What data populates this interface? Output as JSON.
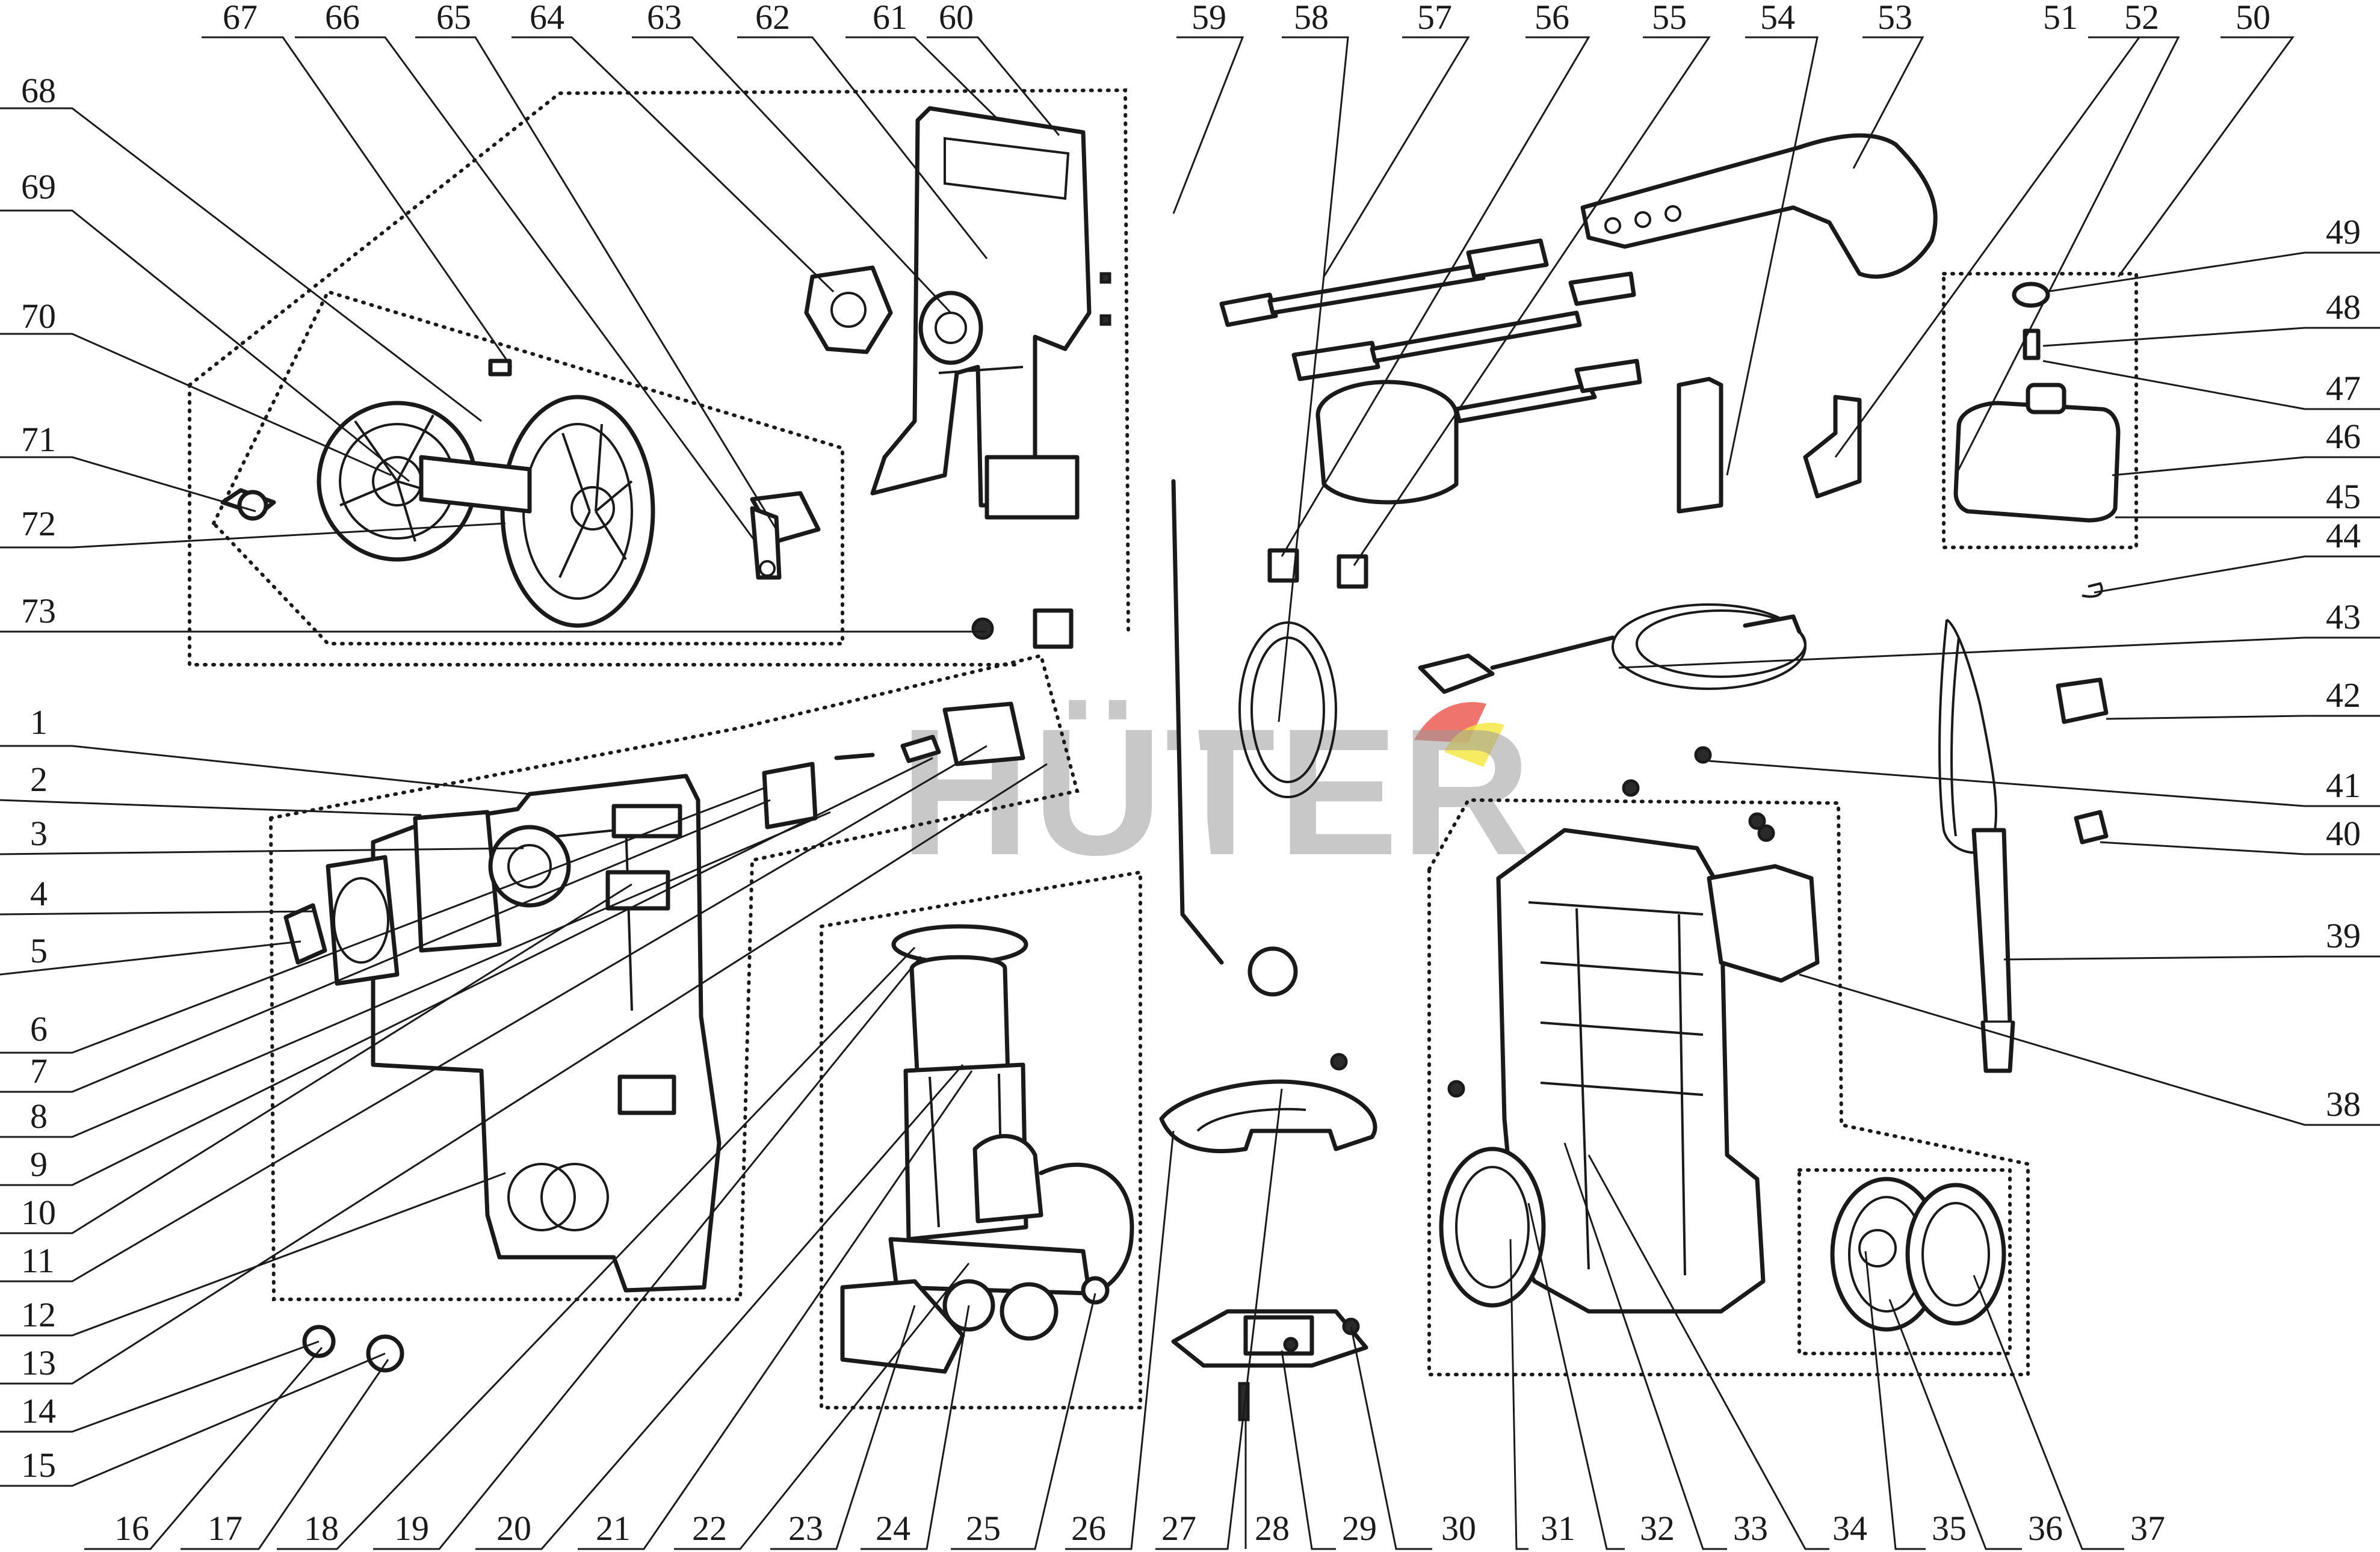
{
  "logo": {
    "text": "HÜTER",
    "accent_colors": [
      "#e8453c",
      "#f5e63a"
    ],
    "text_color": "#9a9a9a"
  },
  "top_labels": [
    "67",
    "66",
    "65",
    "64",
    "63",
    "62",
    "61",
    "60",
    "59",
    "58",
    "57",
    "56",
    "55",
    "54",
    "53",
    "52",
    "51",
    "50"
  ],
  "left_labels": [
    "68",
    "69",
    "70",
    "71",
    "72",
    "73",
    "1",
    "2",
    "3",
    "4",
    "5",
    "6",
    "7",
    "8",
    "9",
    "10",
    "11",
    "12",
    "13",
    "14",
    "15"
  ],
  "right_labels": [
    "49",
    "48",
    "47",
    "46",
    "45",
    "44",
    "43",
    "42",
    "41",
    "40",
    "39",
    "38"
  ],
  "bottom_labels": [
    "16",
    "17",
    "18",
    "19",
    "20",
    "21",
    "22",
    "23",
    "24",
    "25",
    "26",
    "27",
    "28",
    "29",
    "30",
    "31",
    "32",
    "33",
    "34",
    "35",
    "36",
    "37"
  ]
}
